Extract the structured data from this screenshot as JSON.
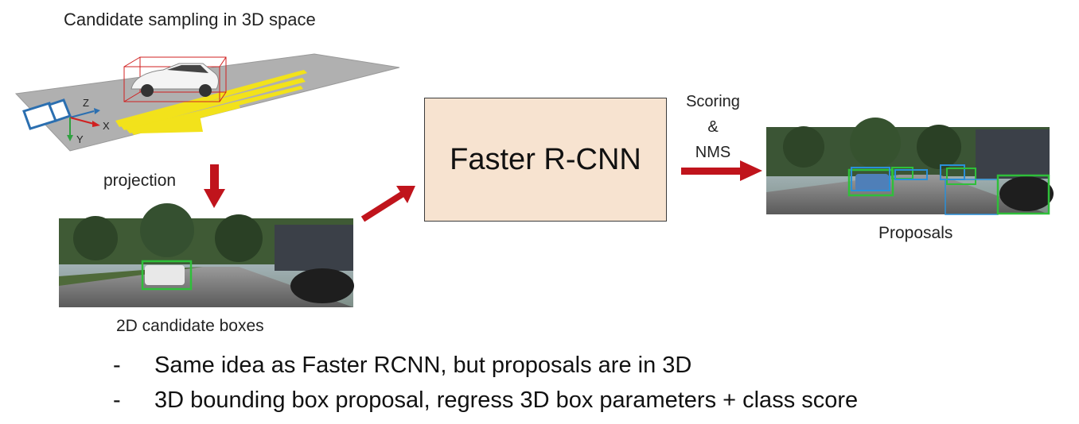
{
  "diagram": {
    "title": "Candidate sampling in 3D space",
    "axes": {
      "z": "Z",
      "x": "X",
      "y": "Y"
    },
    "step_projection": "projection",
    "candidate_caption": "2D candidate boxes",
    "model_label": "Faster R-CNN",
    "scoring_lines": [
      "Scoring",
      "&",
      "NMS"
    ],
    "proposals_caption": "Proposals"
  },
  "bullets": [
    {
      "marker": "-",
      "text": "Same idea as Faster RCNN, but proposals are in 3D"
    },
    {
      "marker": "-",
      "text": "3D bounding box proposal, regress 3D box parameters + class score"
    }
  ],
  "colors": {
    "arrow": "#c0141c",
    "box_fill": "#f7e3d0",
    "ground_plane": "#a9a9a9",
    "sample_points": "#f2e21b",
    "detection_green": "#2fbf3a",
    "detection_blue": "#2a8fd8",
    "camera": "#2b6fb0"
  }
}
